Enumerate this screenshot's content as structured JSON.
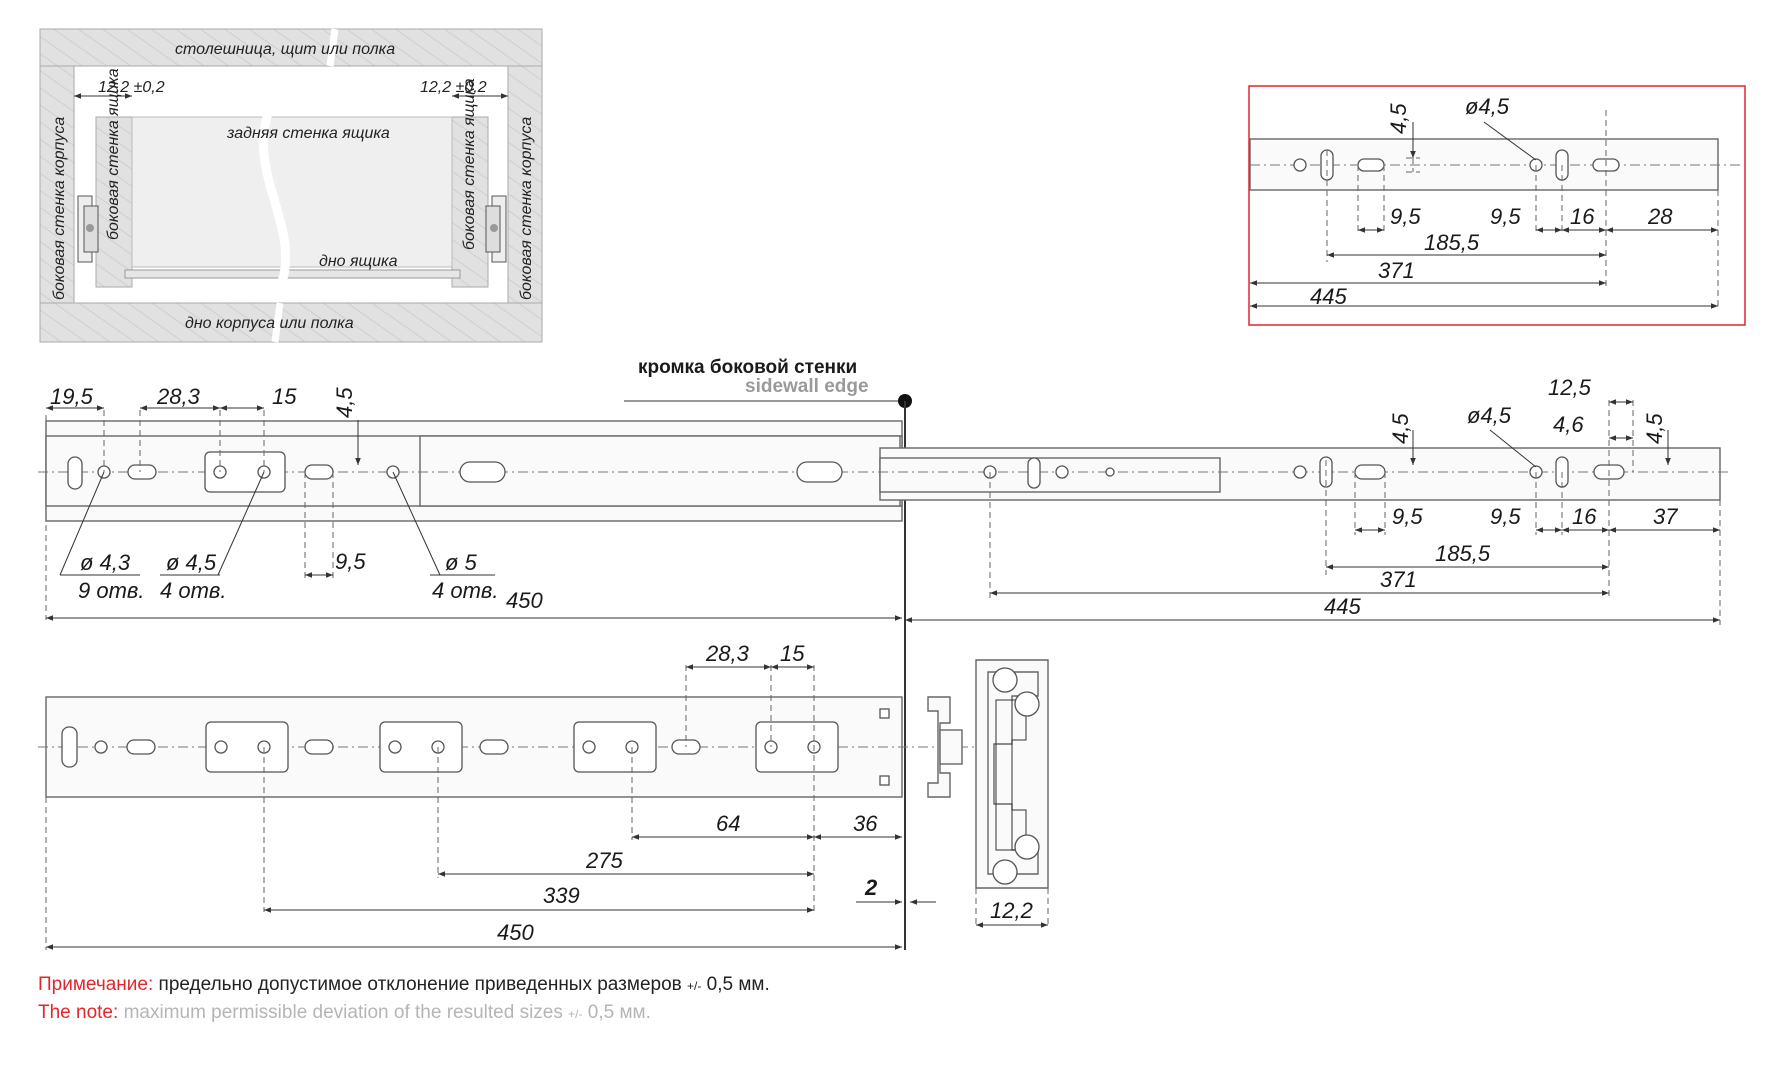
{
  "inset": {
    "countertop": "столешница, щит или полка",
    "cabinet_bottom": "дно корпуса или полка",
    "drawer_back": "задняя стенка ящика",
    "drawer_bottom": "дно ящика",
    "side_left": "боковая стенка корпуса",
    "side_right": "боковая стенка корпуса",
    "drawer_side_left": "боковая стенка ящика",
    "drawer_side_right": "боковая стенка ящика",
    "gap_left": "12,2 ±0,2",
    "gap_right": "12,2 ±0,2"
  },
  "sidewall_edge": {
    "ru": "кромка боковой стенки",
    "en": "sidewall edge"
  },
  "top_rail": {
    "d1": "19,5",
    "d2": "28,3",
    "d3": "15",
    "d4": "4,5",
    "d5": "9,5",
    "hole1": "ø 4,3",
    "hole1_count": "9 отв.",
    "hole2": "ø 4,5",
    "hole2_count": "4 отв.",
    "hole3": "ø 5",
    "hole3_count": "4 отв.",
    "length": "450"
  },
  "extension": {
    "d_12_5": "12,5",
    "d_4_5a": "4,5",
    "d_4_5b": "4,5",
    "d_4_6": "4,6",
    "hole": "ø4,5",
    "d_9_5a": "9,5",
    "d_9_5b": "9,5",
    "d_16": "16",
    "d_37": "37",
    "d_185_5": "185,5",
    "d_371": "371",
    "d_445": "445"
  },
  "detail_box": {
    "d_4_5": "4,5",
    "hole": "ø4,5",
    "d_9_5a": "9,5",
    "d_9_5b": "9,5",
    "d_16": "16",
    "d_28": "28",
    "d_185_5": "185,5",
    "d_371": "371",
    "d_445": "445",
    "border_color": "#e3262b"
  },
  "bottom_rail": {
    "d_28_3": "28,3",
    "d_15": "15",
    "d_64": "64",
    "d_36": "36",
    "d_275": "275",
    "d_339": "339",
    "d_450": "450",
    "d_2": "2"
  },
  "profile": {
    "width": "12,2"
  },
  "note": {
    "ru_key": "Примечание:",
    "ru_text": "предельно допустимое отклонение приведенных размеров",
    "ru_tol": "+/-",
    "ru_val": "0,5 мм.",
    "en_key": "The note:",
    "en_text": "maximum permissible deviation of the resulted sizes",
    "en_tol": "+/-",
    "en_val": "0,5 мм."
  }
}
